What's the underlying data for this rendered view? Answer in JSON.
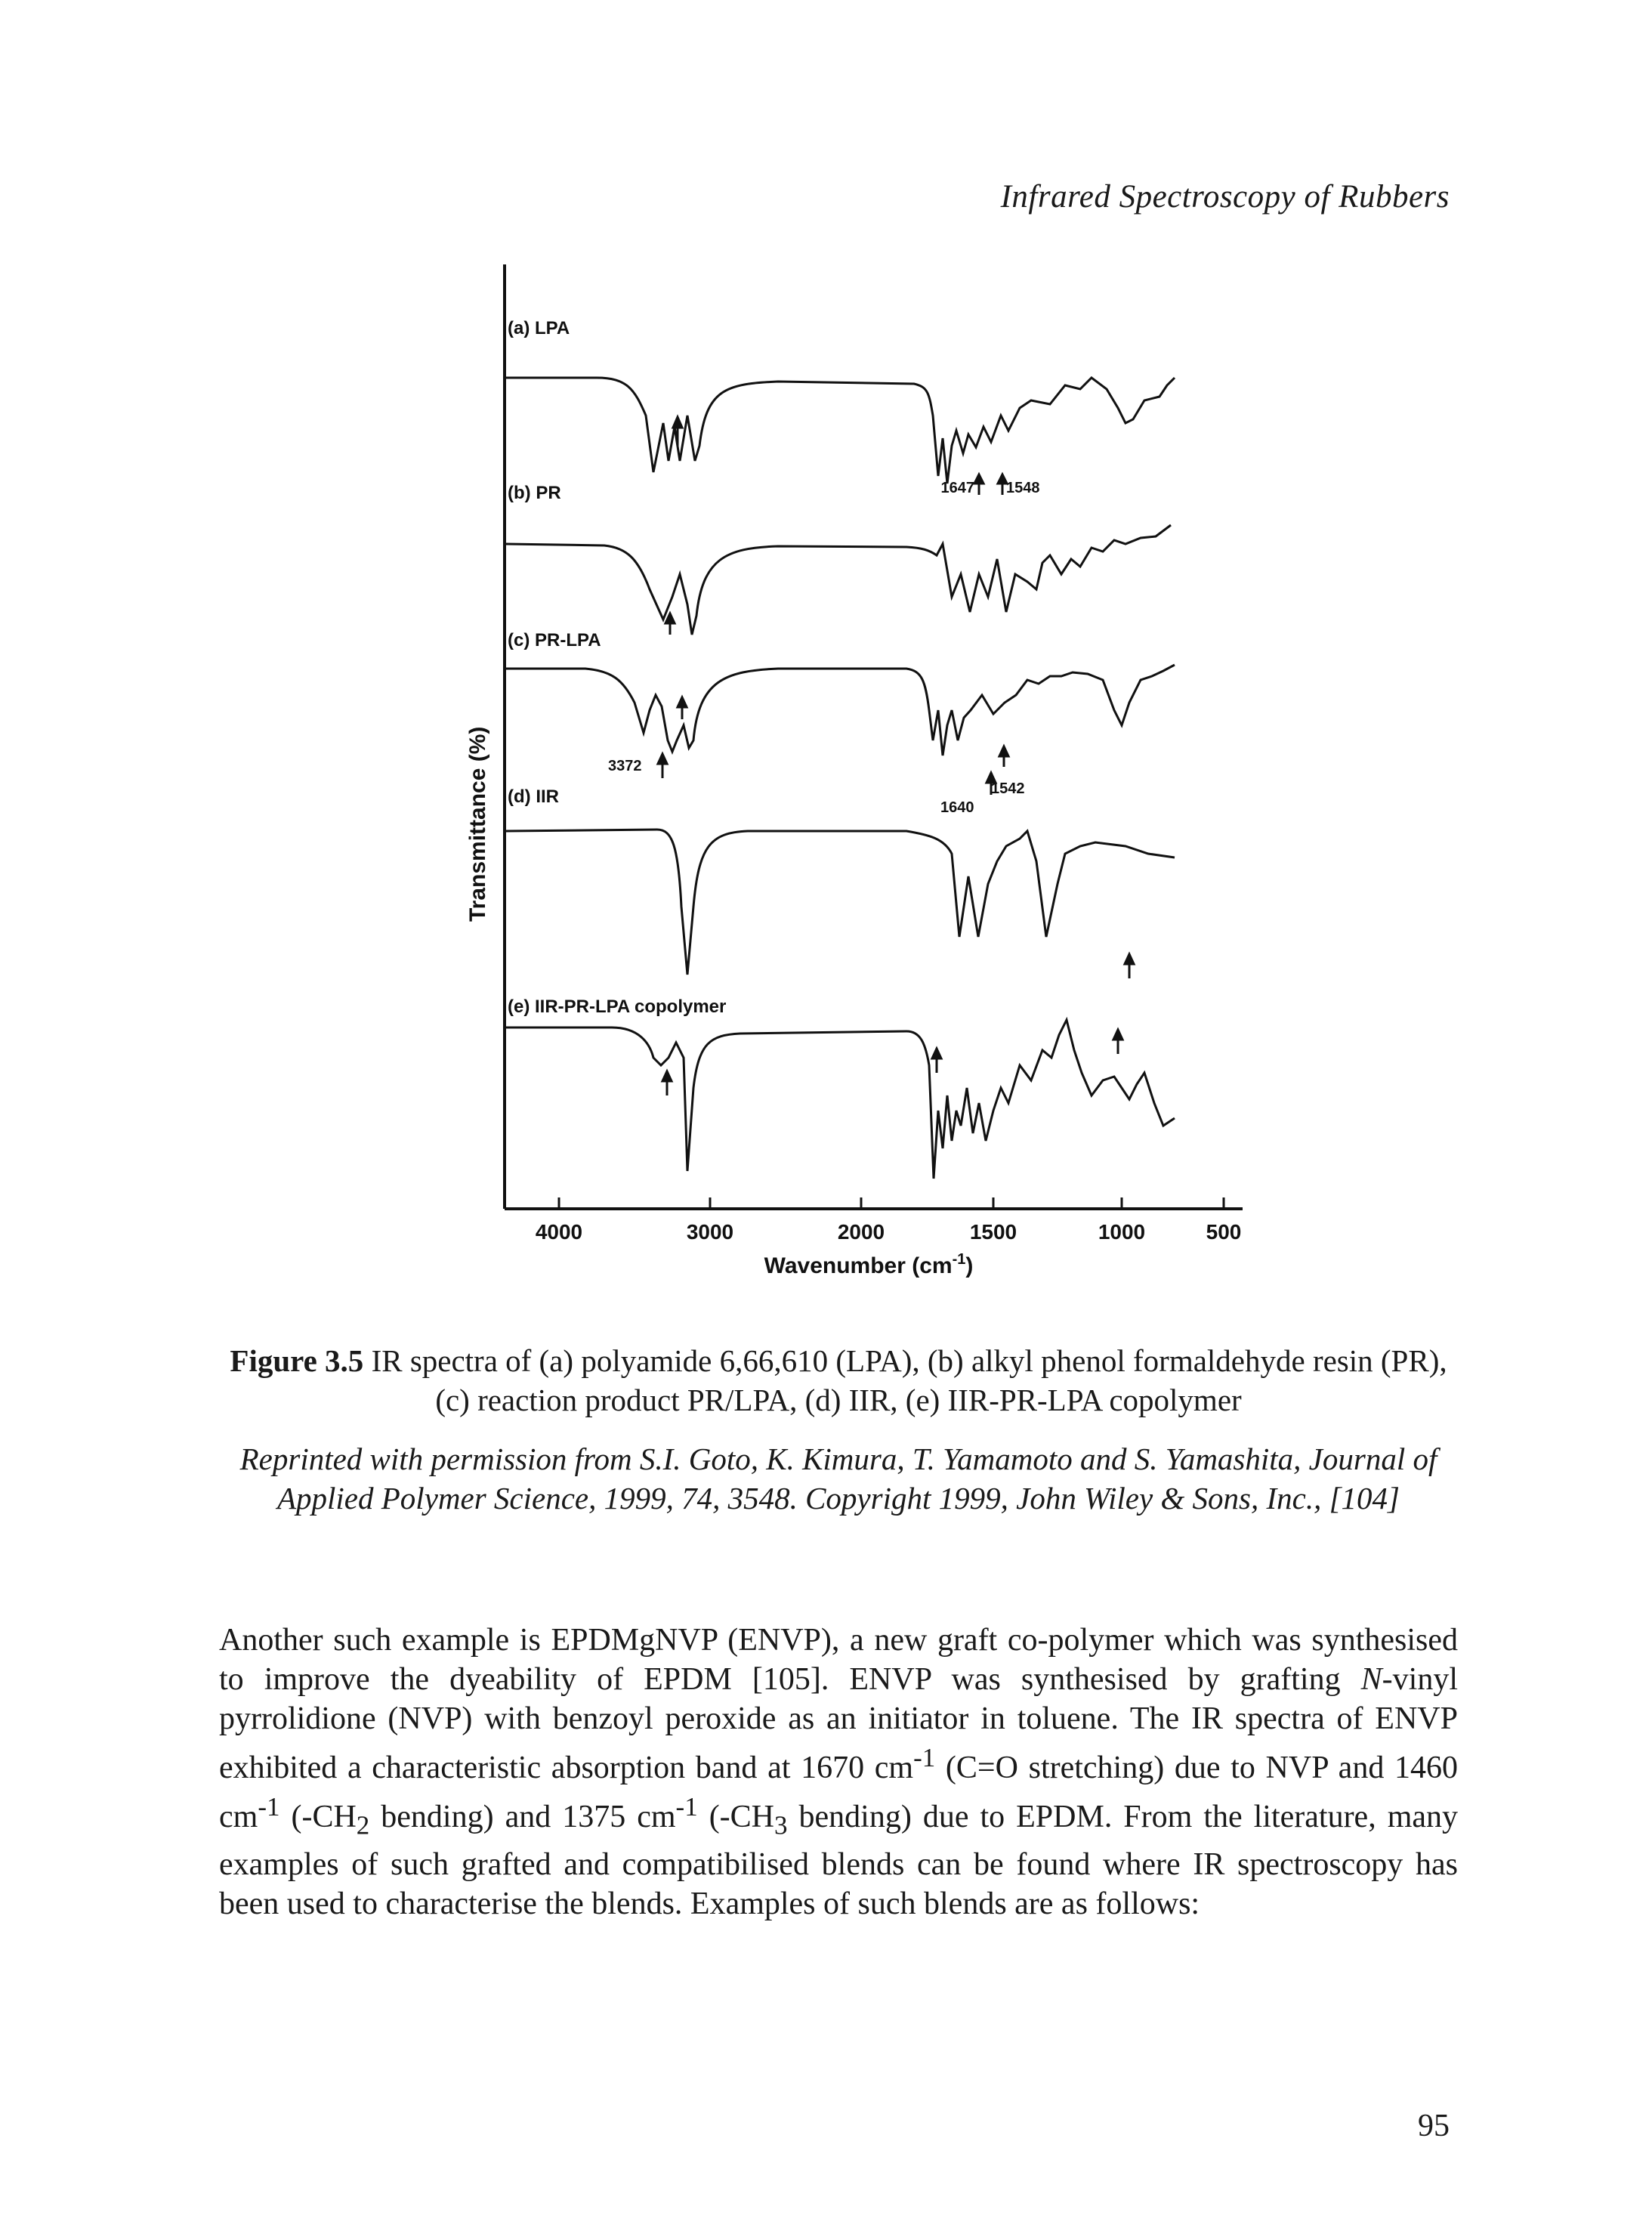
{
  "running_head": "Infrared Spectroscopy of Rubbers",
  "figure": {
    "y_label": "Transmittance (%)",
    "x_label": "Wavenumber (cm",
    "x_label_sup": "-1",
    "x_label_end": ")",
    "x_ticks": [
      "4000",
      "3000",
      "2000",
      "1500",
      "1000",
      "500"
    ],
    "spectra": [
      {
        "label": "(a) LPA",
        "annotations": [
          "1647",
          "1548"
        ]
      },
      {
        "label": "(b) PR",
        "annotations": []
      },
      {
        "label": "(c) PR-LPA",
        "annotations": [
          "3372",
          "1640",
          "1542"
        ]
      },
      {
        "label": "(d) IIR",
        "annotations": []
      },
      {
        "label": "(e) IIR-PR-LPA copolymer",
        "annotations": []
      }
    ]
  },
  "caption": {
    "number": "Figure 3.5",
    "text": " IR spectra of (a) polyamide 6,66,610 (LPA), (b) alkyl phenol formaldehyde resin (PR), (c) reaction product PR/LPA, (d) IIR, (e) IIR-PR-LPA copolymer"
  },
  "credit": "Reprinted with permission from S.I. Goto, K. Kimura, T. Yamamoto and S. Yamashita, Journal of Applied Polymer Science, 1999, 74, 3548. Copyright 1999, John Wiley & Sons, Inc., [104]",
  "body": {
    "p1": "Another such example is EPDMgNVP (ENVP), a new graft co-polymer which was synthesised to improve the dyeability of EPDM [105]. ENVP was synthesised by grafting ",
    "p1_italic": "N",
    "p2": "-vinyl pyrrolidione (NVP) with benzoyl peroxide as an initiator in toluene. The IR spectra of ENVP exhibited a characteristic absorption band at 1670 cm",
    "sup1": "-1",
    "p3": " (C=O stretching) due to NVP and 1460 cm",
    "sup2": "-1",
    "p4": " (-CH",
    "sub1": "2",
    "p5": " bending) and 1375 cm",
    "sup3": "-1",
    "p6": " (-CH",
    "sub2": "3",
    "p7": " bending) due to EPDM. From the literature, many examples of such grafted and compatibilised blends can be found where IR spectroscopy has been used to characterise the blends. Examples of such blends are as follows:"
  },
  "page_number": "95"
}
